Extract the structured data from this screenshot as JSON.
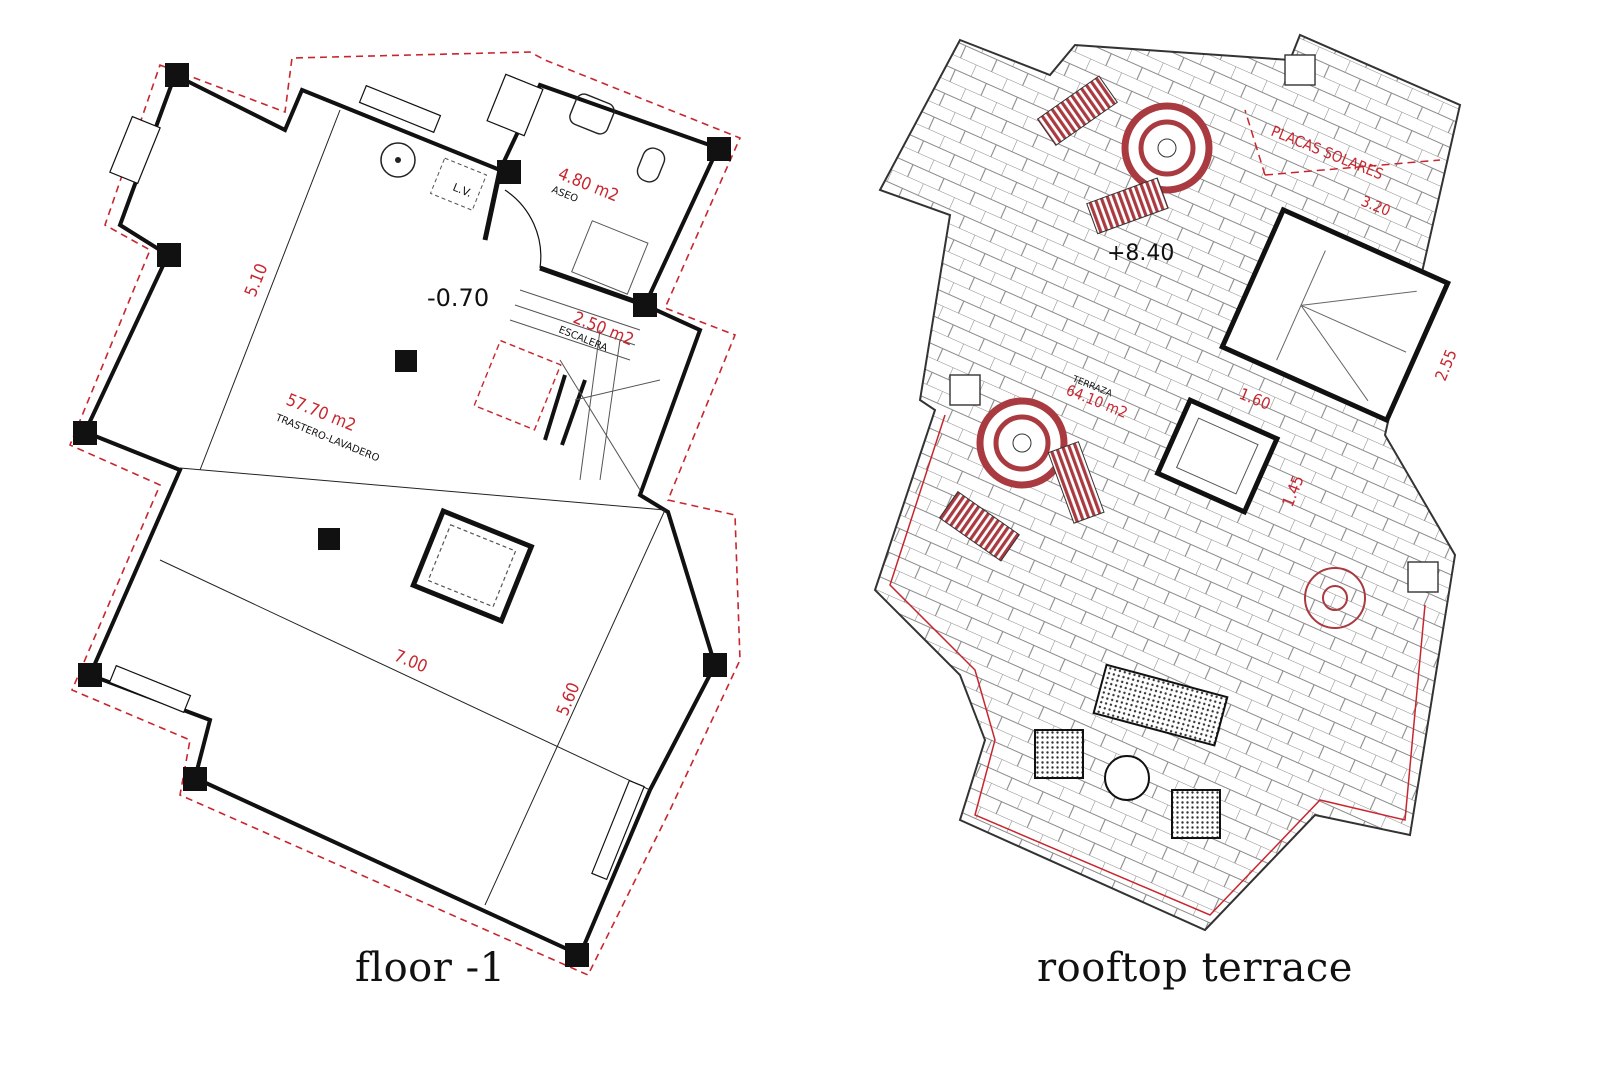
{
  "colors": {
    "walls": "#111111",
    "dimension_red": "#c8262e",
    "furniture_red": "#a83a40",
    "tile_grey": "#777777"
  },
  "floor_minus_1": {
    "caption": "floor -1",
    "level": "-0.70",
    "rooms": [
      {
        "area": "4.80 m2",
        "name": "ASEO"
      },
      {
        "area": "2.50 m2",
        "name": "ESCALERA"
      },
      {
        "area": "57.70 m2",
        "name": "TRASTERO-LAVADERO"
      }
    ],
    "appliance_label": "L.V.",
    "dimensions": [
      "5.10",
      "7.00",
      "5.60"
    ]
  },
  "rooftop": {
    "caption": "rooftop terrace",
    "level": "+8.40",
    "solar_label": "PLACAS SOLARES",
    "rooms": [
      {
        "area": "64.10 m2",
        "name": "TERRAZA"
      }
    ],
    "dimensions": [
      "3.20",
      "1.60",
      "2.55",
      "1.45"
    ]
  }
}
